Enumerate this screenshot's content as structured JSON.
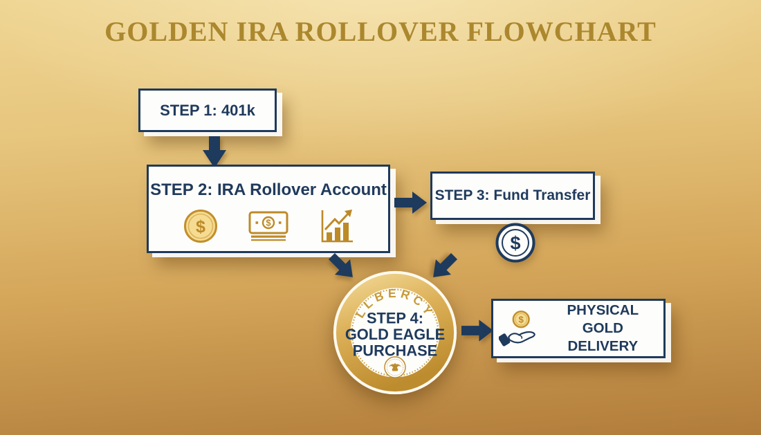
{
  "title": "GOLDEN IRA ROLLOVER FLOWCHART",
  "colors": {
    "navy": "#1e3a5c",
    "gold": "#bd8a28",
    "gold_light": "#f5dc92",
    "title_gold": "#ab872e",
    "background_top": "#efd593",
    "background_bottom": "#b17c3a",
    "box_background": "#fdfdfb"
  },
  "symbols": {
    "dollar": "$"
  },
  "flow": {
    "step1": {
      "label": "STEP 1: 401k"
    },
    "step2": {
      "label": "STEP 2: IRA Rollover Account",
      "icons": [
        "gold-coin-icon",
        "banknote-icon",
        "growth-chart-icon"
      ]
    },
    "step3": {
      "label": "STEP 3: Fund Transfer",
      "icon": "dollar-circle-icon"
    },
    "step4": {
      "coin_inscription": "LLBERCY",
      "line1": "STEP 4:",
      "line2": "GOLD EAGLE",
      "line3": "PURCHASE",
      "emblem": "eagle-seal-icon"
    },
    "delivery": {
      "line1": "PHYSICAL GOLD",
      "line2": "DELIVERY",
      "icon": "hand-coin-icon"
    }
  }
}
